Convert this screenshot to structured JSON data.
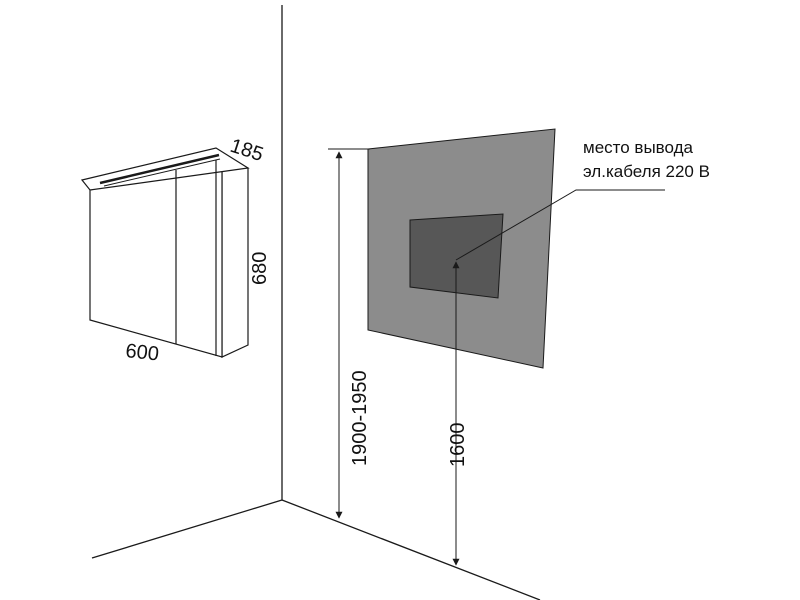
{
  "cabinet": {
    "depth_label": "185",
    "height_label": "680",
    "width_label": "600"
  },
  "wall": {
    "mount_height_label": "1900-1950",
    "outlet_height_label": "1600"
  },
  "callout": {
    "line1": "место вывода",
    "line2": "эл.кабеля 220 В"
  },
  "colors": {
    "line": "#1a1a1a",
    "wall_panel": "#8c8c8c",
    "outlet_box": "#575757"
  }
}
